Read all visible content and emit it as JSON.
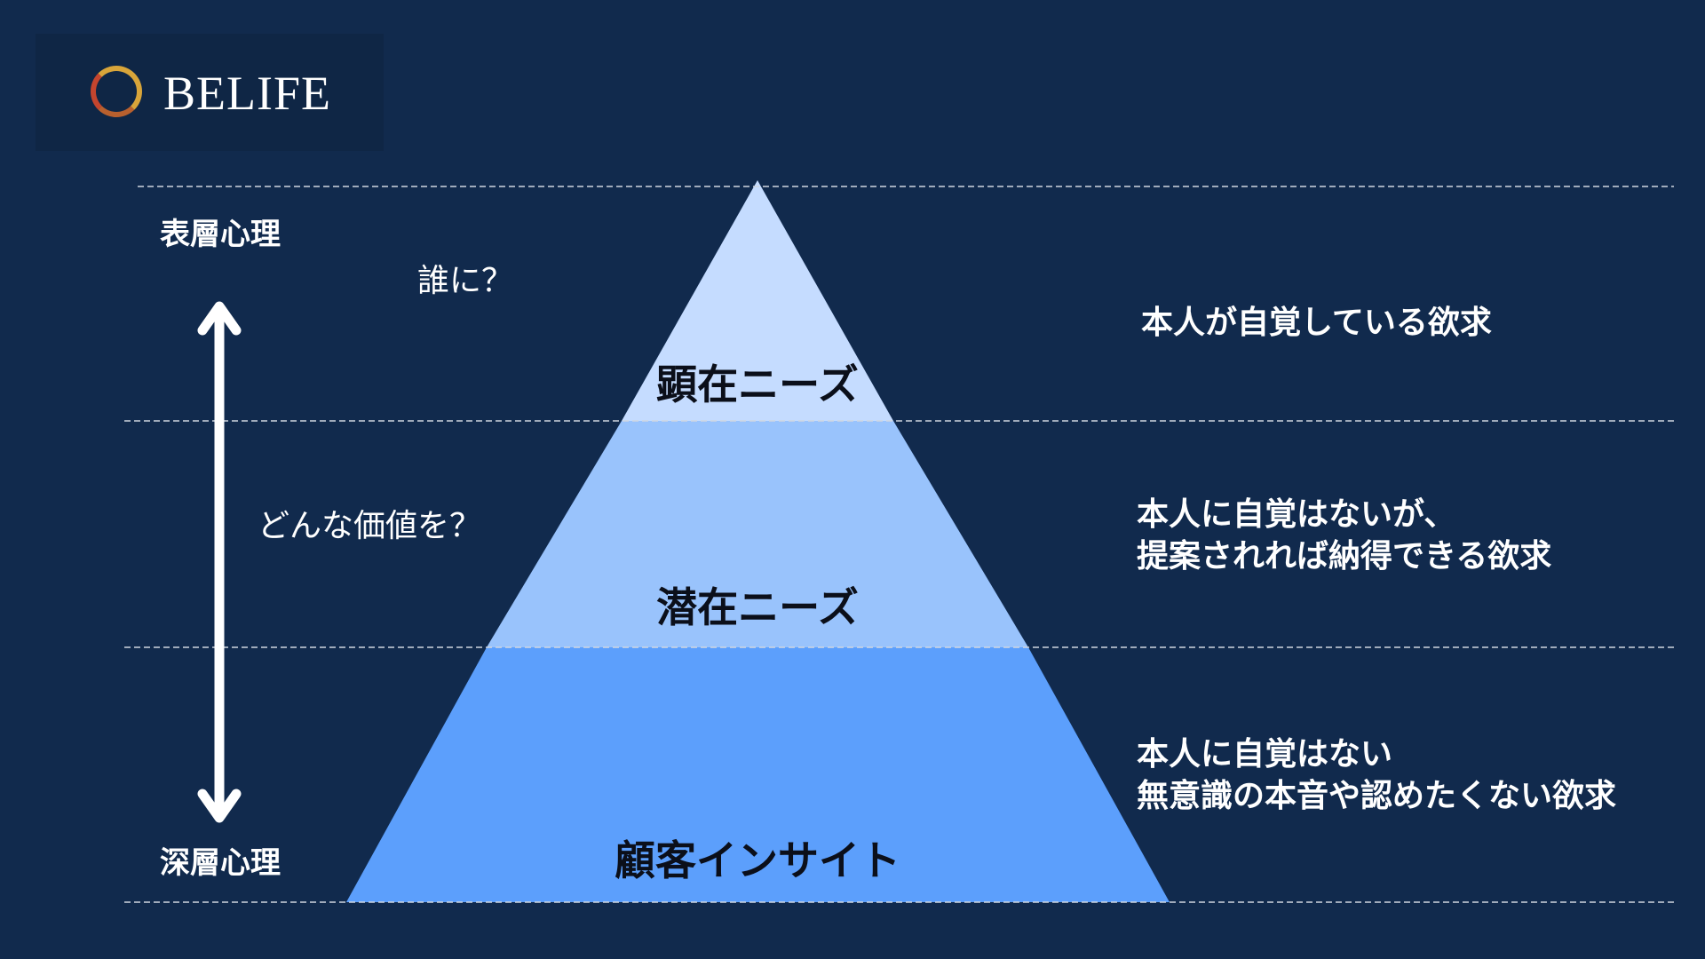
{
  "logo": {
    "text": "BELIFE"
  },
  "axis": {
    "top_label": "表層心理",
    "bottom_label": "深層心理"
  },
  "questions": {
    "who": "誰に？",
    "what_value": "どんな価値を？"
  },
  "tiers": [
    {
      "label": "顕在ニーズ",
      "description_lines": [
        "本人が自覚している欲求"
      ],
      "color": "#c5dcff"
    },
    {
      "label": "潜在ニーズ",
      "description_lines": [
        "本人に自覚はないが、",
        "提案されれば納得できる欲求"
      ],
      "color": "#99c3fc"
    },
    {
      "label": "顧客インサイト",
      "description_lines": [
        "本人に自覚はない",
        "無意識の本音や認めたくない欲求"
      ],
      "color": "#5c9ffc"
    }
  ],
  "colors": {
    "background": "#112a4d",
    "divider": "#d0d6e0",
    "arrow": "#ffffff"
  }
}
